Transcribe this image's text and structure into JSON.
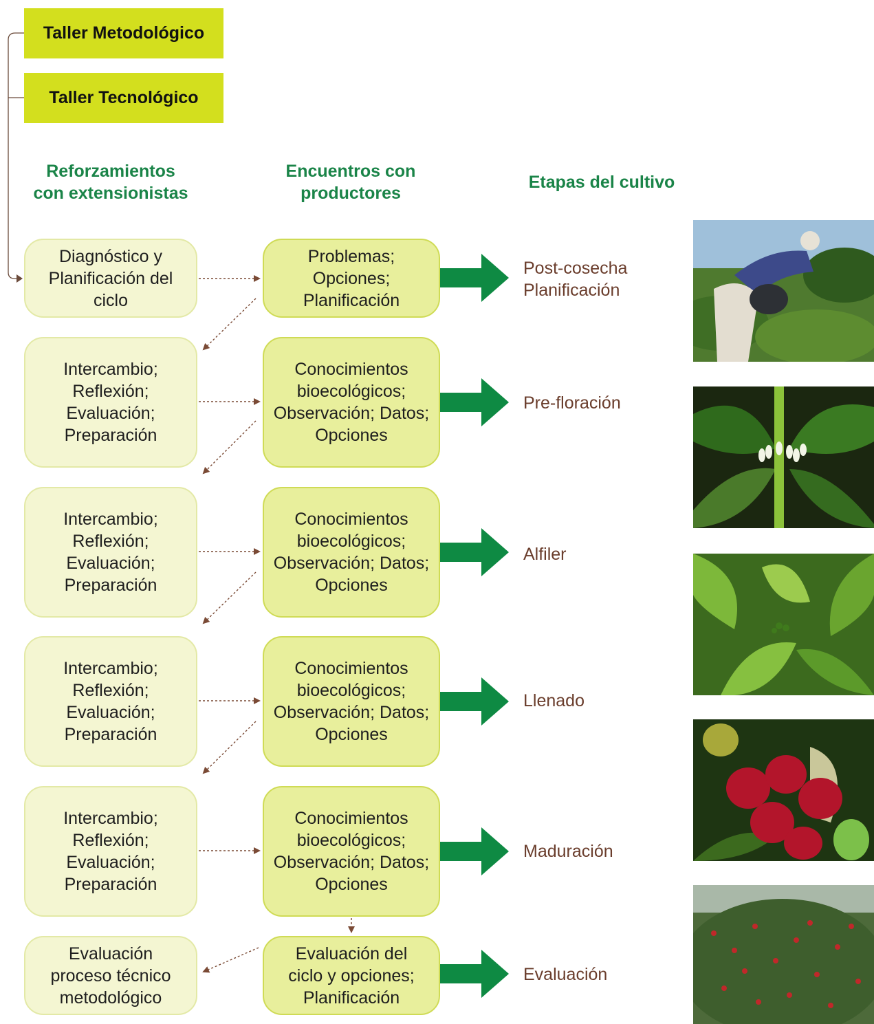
{
  "talleres": [
    "Taller Metodológico",
    "Taller Tecnológico"
  ],
  "headers": {
    "left": "Reforzamientos\ncon extensionistas",
    "middle": "Encuentros con\nproductores",
    "right": "Etapas del cultivo"
  },
  "rows": [
    {
      "left": "Diagnóstico y\nPlanificación del\nciclo",
      "middle": "Problemas;\nOpciones;\nPlanificación",
      "stage": "Post-cosecha\nPlanificación",
      "photo": "coffee-picker-photo"
    },
    {
      "left": "Intercambio;\nReflexión;\nEvaluación;\nPreparación",
      "middle": "Conocimientos\nbioecológicos;\nObservación; Datos;\nOpciones",
      "stage": "Pre-floración",
      "photo": "coffee-flower-buds-photo"
    },
    {
      "left": "Intercambio;\nReflexión;\nEvaluación;\nPreparación",
      "middle": "Conocimientos\nbioecológicos;\nObservación; Datos;\nOpciones",
      "stage": "Alfiler",
      "photo": "coffee-leaves-photo"
    },
    {
      "left": "Intercambio;\nReflexión;\nEvaluación;\nPreparación",
      "middle": "Conocimientos\nbioecológicos;\nObservación; Datos;\nOpciones",
      "stage": "Llenado",
      "photo": "coffee-cherries-photo"
    },
    {
      "left": "Intercambio;\nReflexión;\nEvaluación;\nPreparación",
      "middle": "Conocimientos\nbioecológicos;\nObservación; Datos;\nOpciones",
      "stage": "Maduración",
      "photo": "coffee-bush-photo"
    },
    {
      "left": "Evaluación\nproceso técnico\nmetodológico",
      "middle": "Evaluación del\nciclo y opciones;\nPlanificación",
      "stage": "Evaluación",
      "photo": ""
    }
  ],
  "colors": {
    "taller": "#d3df1e",
    "header": "#1a8448",
    "box_left": "#f4f6d2",
    "box_mid": "#e8ef9c",
    "arrow": "#0e8a43",
    "stage_text": "#6a3d2c",
    "dotted": "#7a4a35"
  }
}
